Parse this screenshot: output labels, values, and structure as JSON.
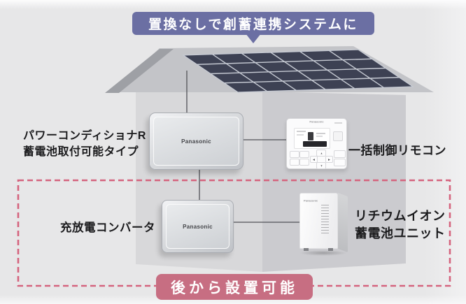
{
  "scene": {
    "top_banner": "置換なしで創蓄連携システムに",
    "bottom_banner": "後から設置可能"
  },
  "labels": {
    "power_conditioner_line1": "パワーコンディショナR",
    "power_conditioner_line2": "蓄電池取付可能タイプ",
    "converter": "充放電コンバータ",
    "remote": "一括制御リモコン",
    "battery_line1": "リチウムイオン",
    "battery_line2": "蓄電池ユニット"
  },
  "devices": {
    "brand": "Panasonic"
  },
  "solar_panel": {
    "rows": 4,
    "cols": 6
  },
  "icons": {
    "dpad_up": "▲",
    "dpad_down": "▼",
    "dpad_left": "◀",
    "dpad_right": "▶"
  },
  "colors": {
    "top_banner_bg": "#6B6FA3",
    "bottom_banner_bg": "#C76E82",
    "dashed_border": "#D5647E",
    "solar_panel_fill": "#3D4153",
    "solar_grid_line": "#C6CAD3",
    "background": "#E7E7E8"
  }
}
